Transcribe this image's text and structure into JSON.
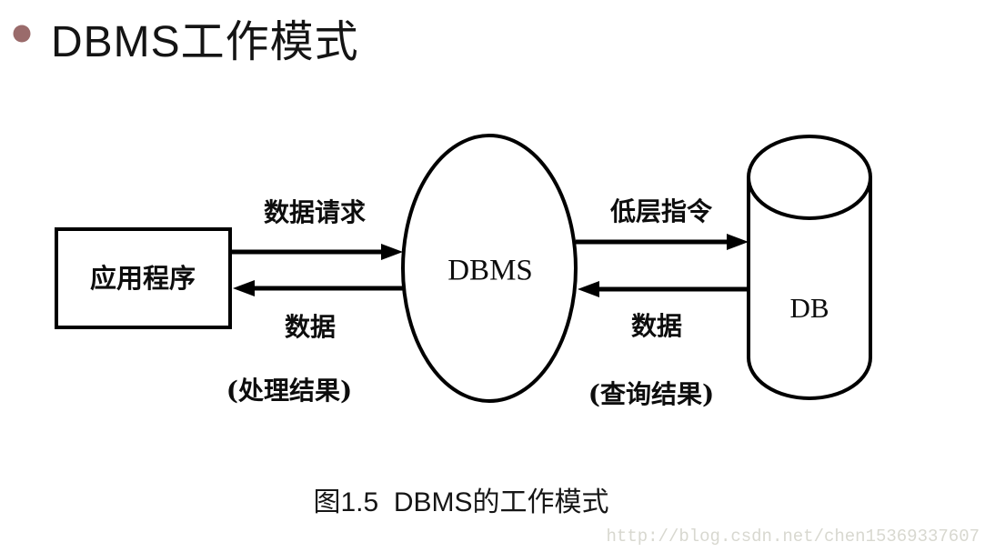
{
  "title": {
    "text": "DBMS工作模式",
    "bullet_color": "#9a6b6b"
  },
  "diagram": {
    "app_box": {
      "label": "应用程序"
    },
    "dbms": {
      "label": "DBMS"
    },
    "db": {
      "label": "DB"
    },
    "arrow_labels": {
      "request": "数据请求",
      "response_line1": "数据",
      "response_line2": "(处理结果)",
      "command": "低层指令",
      "result_line1": "数据",
      "result_line2": "(查询结果)"
    },
    "stroke_color": "#000000"
  },
  "caption": {
    "text": "图1.5  DBMS的工作模式"
  },
  "watermark": {
    "text": "http://blog.csdn.net/chen15369337607",
    "color": "#d8d8d0"
  }
}
